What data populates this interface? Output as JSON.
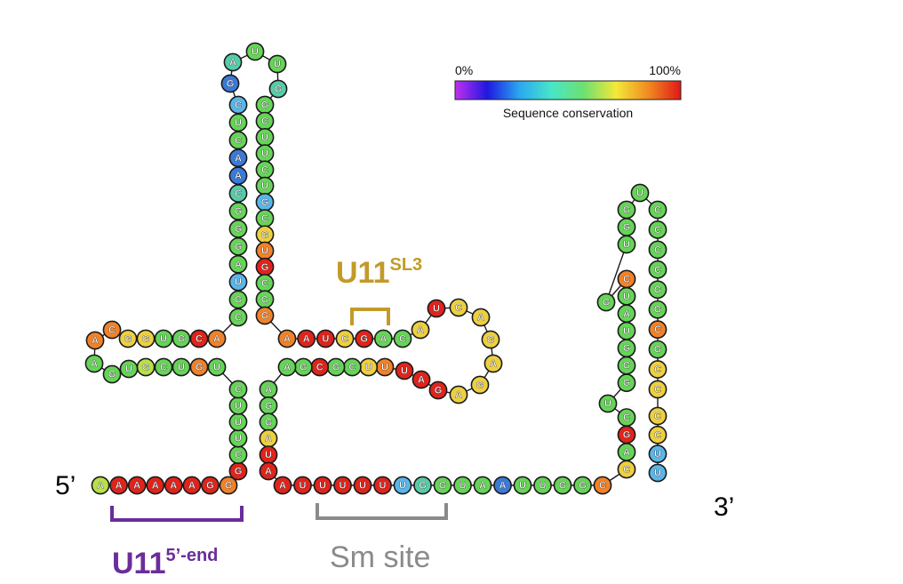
{
  "legend": {
    "min_label": "0%",
    "max_label": "100%",
    "title": "Sequence conservation",
    "gradient_stops": [
      "#c030f0",
      "#2018e0",
      "#2aa8f0",
      "#48e6c8",
      "#6ee070",
      "#f4e838",
      "#f08a20",
      "#e01818"
    ]
  },
  "labels": {
    "five_prime": "5’",
    "three_prime": "3’",
    "u11_5end_main": "U11",
    "u11_5end_sup": "5’-end",
    "u11_sl3_main": "U11",
    "u11_sl3_sup": "SL3",
    "sm_site": "Sm site"
  },
  "label_colors": {
    "u11_5end": "#6a2d9a",
    "u11_sl3": "#c29a2a",
    "sm_site": "#8a8a8a"
  },
  "conservation_colors": {
    "red": "#e0241c",
    "orange": "#f0822a",
    "yellow": "#ecd040",
    "lime": "#b8e04a",
    "green": "#66d458",
    "teal": "#56cca8",
    "sky": "#5ab6ea",
    "blue": "#3a7ad8"
  },
  "nucleotides": [
    {
      "b": "A",
      "c": "lime"
    },
    {
      "b": "A",
      "c": "red"
    },
    {
      "b": "A",
      "c": "red"
    },
    {
      "b": "A",
      "c": "red"
    },
    {
      "b": "A",
      "c": "red"
    },
    {
      "b": "A",
      "c": "red"
    },
    {
      "b": "G",
      "c": "red"
    },
    {
      "b": "G",
      "c": "orange"
    },
    {
      "b": "G",
      "c": "red"
    },
    {
      "b": "C",
      "c": "green"
    },
    {
      "b": "U",
      "c": "green"
    },
    {
      "b": "U",
      "c": "green"
    },
    {
      "b": "U",
      "c": "green"
    },
    {
      "b": "C",
      "c": "green"
    },
    {
      "b": "U",
      "c": "green"
    },
    {
      "b": "G",
      "c": "orange"
    },
    {
      "b": "U",
      "c": "green"
    },
    {
      "b": "C",
      "c": "green"
    },
    {
      "b": "G",
      "c": "lime"
    },
    {
      "b": "U",
      "c": "green"
    },
    {
      "b": "G",
      "c": "green"
    },
    {
      "b": "A",
      "c": "green"
    },
    {
      "b": "A",
      "c": "orange"
    },
    {
      "b": "C",
      "c": "orange"
    },
    {
      "b": "G",
      "c": "yellow"
    },
    {
      "b": "G",
      "c": "yellow"
    },
    {
      "b": "U",
      "c": "green"
    },
    {
      "b": "G",
      "c": "green"
    },
    {
      "b": "C",
      "c": "red"
    },
    {
      "b": "A",
      "c": "orange"
    },
    {
      "b": "C",
      "c": "green"
    },
    {
      "b": "G",
      "c": "green"
    },
    {
      "b": "U",
      "c": "sky"
    },
    {
      "b": "A",
      "c": "green"
    },
    {
      "b": "G",
      "c": "green"
    },
    {
      "b": "G",
      "c": "green"
    },
    {
      "b": "G",
      "c": "green"
    },
    {
      "b": "C",
      "c": "teal"
    },
    {
      "b": "A",
      "c": "blue"
    },
    {
      "b": "A",
      "c": "blue"
    },
    {
      "b": "C",
      "c": "green"
    },
    {
      "b": "U",
      "c": "green"
    },
    {
      "b": "C",
      "c": "sky"
    },
    {
      "b": "G",
      "c": "blue"
    },
    {
      "b": "A",
      "c": "teal"
    },
    {
      "b": "U",
      "c": "green"
    },
    {
      "b": "U",
      "c": "green"
    },
    {
      "b": "G",
      "c": "teal"
    },
    {
      "b": "G",
      "c": "green"
    },
    {
      "b": "C",
      "c": "green"
    },
    {
      "b": "U",
      "c": "green"
    },
    {
      "b": "U",
      "c": "green"
    },
    {
      "b": "C",
      "c": "green"
    },
    {
      "b": "U",
      "c": "green"
    },
    {
      "b": "G",
      "c": "sky"
    },
    {
      "b": "C",
      "c": "green"
    },
    {
      "b": "G",
      "c": "yellow"
    },
    {
      "b": "U",
      "c": "orange"
    },
    {
      "b": "G",
      "c": "red"
    },
    {
      "b": "C",
      "c": "green"
    },
    {
      "b": "G",
      "c": "green"
    },
    {
      "b": "G",
      "c": "orange"
    },
    {
      "b": "A",
      "c": "orange"
    },
    {
      "b": "A",
      "c": "red"
    },
    {
      "b": "U",
      "c": "red"
    },
    {
      "b": "C",
      "c": "yellow"
    },
    {
      "b": "G",
      "c": "red"
    },
    {
      "b": "A",
      "c": "green"
    },
    {
      "b": "C",
      "c": "green"
    },
    {
      "b": "A",
      "c": "yellow"
    },
    {
      "b": "U",
      "c": "red"
    },
    {
      "b": "C",
      "c": "yellow"
    },
    {
      "b": "A",
      "c": "yellow"
    },
    {
      "b": "G",
      "c": "yellow"
    },
    {
      "b": "A",
      "c": "yellow"
    },
    {
      "b": "G",
      "c": "yellow"
    },
    {
      "b": "A",
      "c": "yellow"
    },
    {
      "b": "G",
      "c": "red"
    },
    {
      "b": "A",
      "c": "red"
    },
    {
      "b": "U",
      "c": "red"
    },
    {
      "b": "U",
      "c": "orange"
    },
    {
      "b": "U",
      "c": "yellow"
    },
    {
      "b": "C",
      "c": "green"
    },
    {
      "b": "G",
      "c": "green"
    },
    {
      "b": "C",
      "c": "red"
    },
    {
      "b": "G",
      "c": "green"
    },
    {
      "b": "A",
      "c": "green"
    },
    {
      "b": "A",
      "c": "green"
    },
    {
      "b": "G",
      "c": "green"
    },
    {
      "b": "G",
      "c": "green"
    },
    {
      "b": "A",
      "c": "yellow"
    },
    {
      "b": "U",
      "c": "red"
    },
    {
      "b": "A",
      "c": "red"
    },
    {
      "b": "A",
      "c": "red"
    },
    {
      "b": "U",
      "c": "red"
    },
    {
      "b": "U",
      "c": "red"
    },
    {
      "b": "U",
      "c": "red"
    },
    {
      "b": "U",
      "c": "red"
    },
    {
      "b": "U",
      "c": "red"
    },
    {
      "b": "U",
      "c": "sky"
    },
    {
      "b": "G",
      "c": "teal"
    },
    {
      "b": "G",
      "c": "green"
    },
    {
      "b": "U",
      "c": "green"
    },
    {
      "b": "A",
      "c": "green"
    },
    {
      "b": "A",
      "c": "blue"
    },
    {
      "b": "U",
      "c": "green"
    },
    {
      "b": "U",
      "c": "green"
    },
    {
      "b": "G",
      "c": "green"
    },
    {
      "b": "G",
      "c": "green"
    },
    {
      "b": "C",
      "c": "orange"
    },
    {
      "b": "C",
      "c": "yellow"
    },
    {
      "b": "A",
      "c": "green"
    },
    {
      "b": "G",
      "c": "red"
    },
    {
      "b": "C",
      "c": "green"
    },
    {
      "b": "U",
      "c": "green"
    },
    {
      "b": "G",
      "c": "green"
    },
    {
      "b": "G",
      "c": "green"
    },
    {
      "b": "G",
      "c": "green"
    },
    {
      "b": "U",
      "c": "green"
    },
    {
      "b": "A",
      "c": "green"
    },
    {
      "b": "U",
      "c": "green"
    },
    {
      "b": "C",
      "c": "orange"
    },
    {
      "b": "G",
      "c": "green"
    },
    {
      "b": "U",
      "c": "green"
    },
    {
      "b": "G",
      "c": "green"
    },
    {
      "b": "G",
      "c": "green"
    },
    {
      "b": "U",
      "c": "green"
    },
    {
      "b": "C",
      "c": "green"
    },
    {
      "b": "C",
      "c": "green"
    },
    {
      "b": "C",
      "c": "green"
    },
    {
      "b": "C",
      "c": "green"
    },
    {
      "b": "G",
      "c": "green"
    },
    {
      "b": "G",
      "c": "green"
    },
    {
      "b": "C",
      "c": "orange"
    },
    {
      "b": "G",
      "c": "green"
    },
    {
      "b": "C",
      "c": "yellow"
    },
    {
      "b": "C",
      "c": "yellow"
    },
    {
      "b": "C",
      "c": "yellow"
    },
    {
      "b": "C",
      "c": "yellow"
    },
    {
      "b": "U",
      "c": "sky"
    },
    {
      "b": "U",
      "c": "sky"
    }
  ]
}
